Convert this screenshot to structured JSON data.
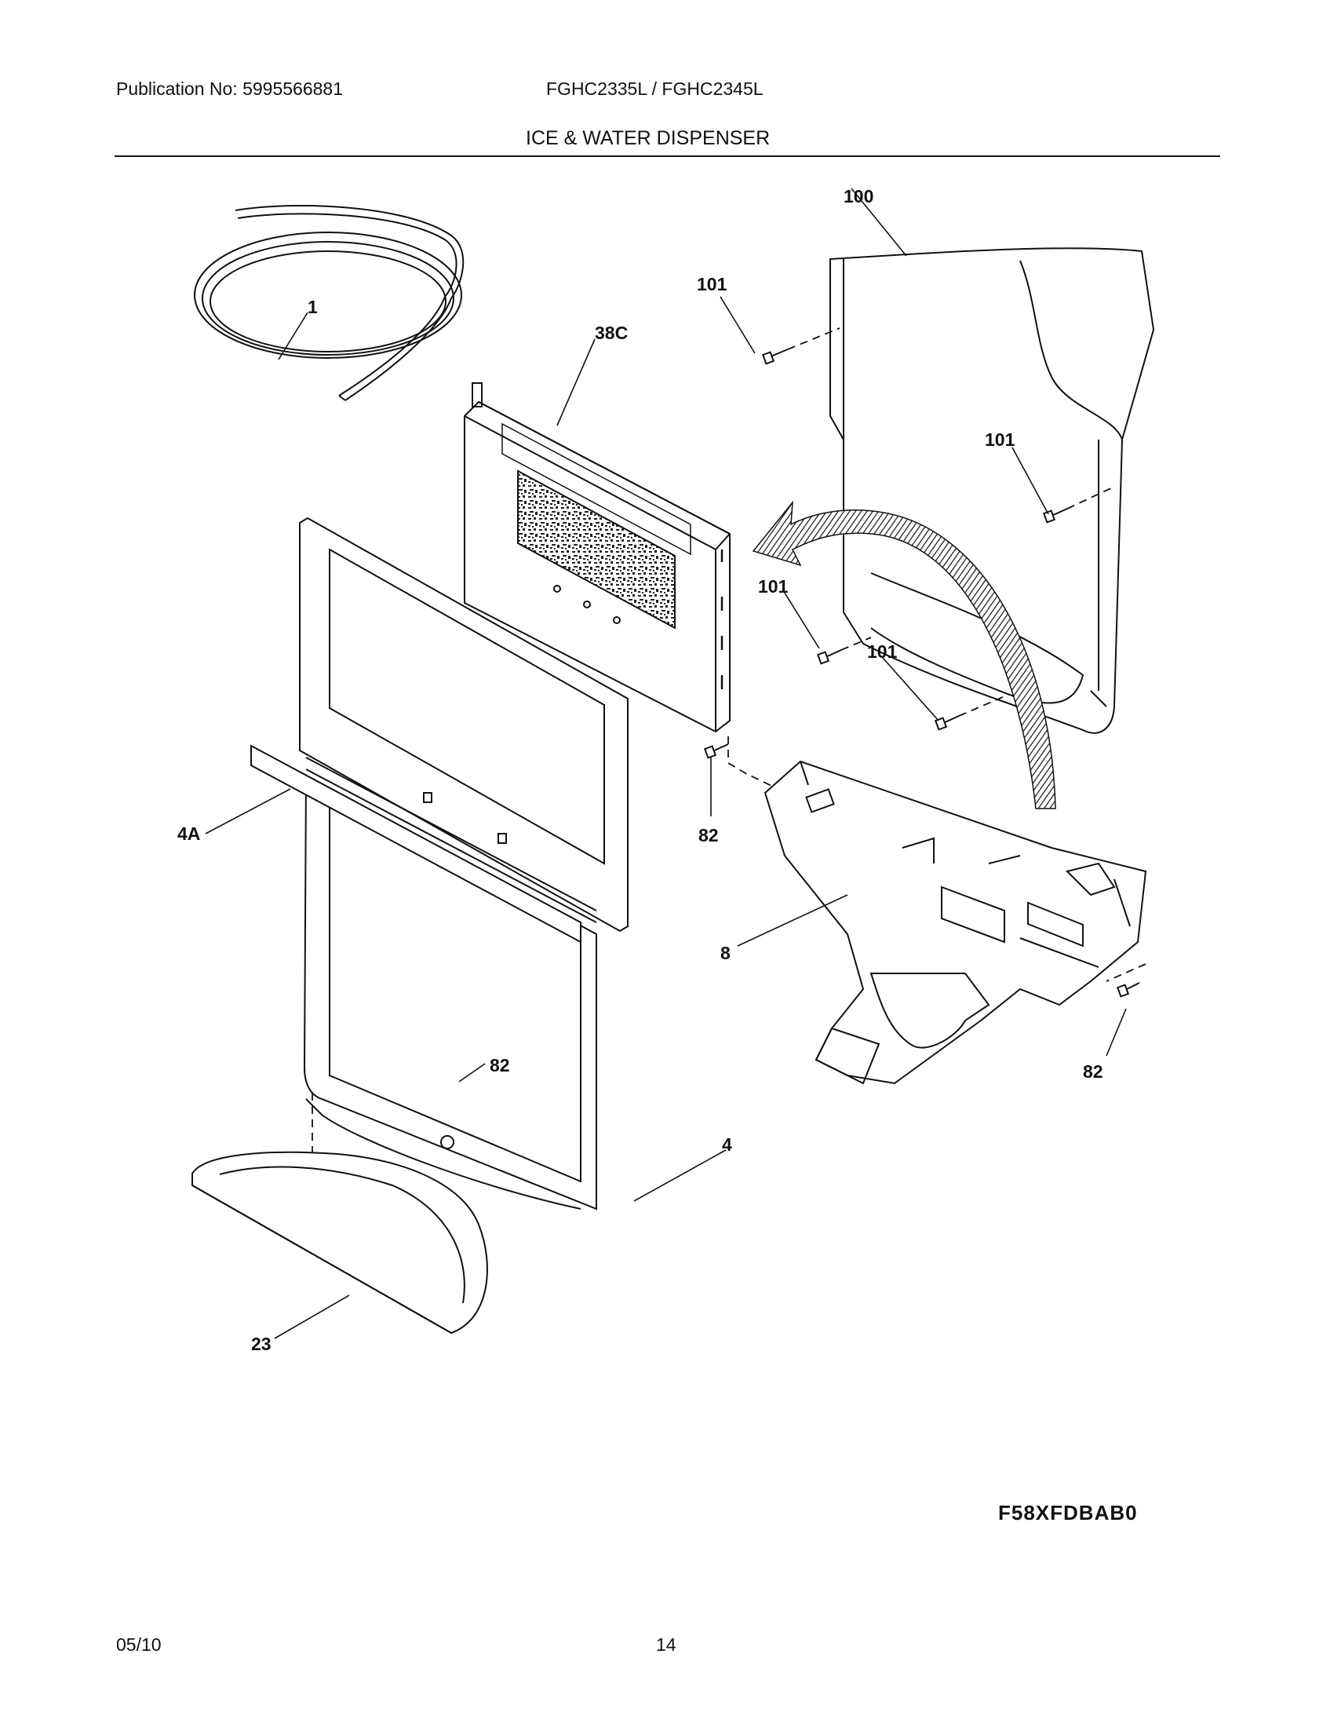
{
  "header": {
    "publication": "Publication No: 5995566881",
    "models": "FGHC2335L / FGHC2345L",
    "section_title": "ICE & WATER DISPENSER"
  },
  "callouts": {
    "c1": "1",
    "c38c": "38C",
    "c100": "100",
    "c101a": "101",
    "c101b": "101",
    "c101c": "101",
    "c101d": "101",
    "c82a": "82",
    "c82b": "82",
    "c82c": "82",
    "c4a": "4A",
    "c8": "8",
    "c4": "4",
    "c23": "23"
  },
  "diagram_code": "F58XFDBAB0",
  "footer": {
    "date": "05/10",
    "page": "14"
  }
}
